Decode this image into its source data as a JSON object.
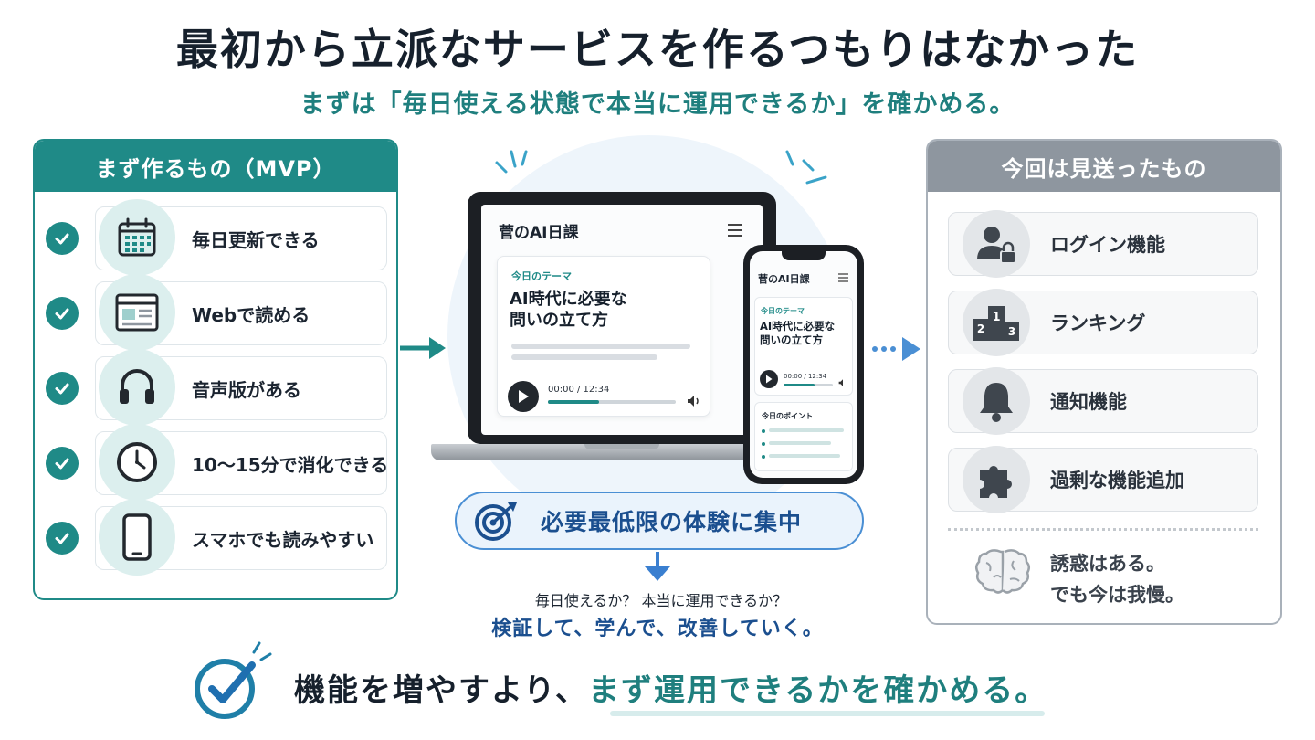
{
  "header": {
    "title": "最初から立派なサービスを作るつもりはなかった",
    "subtitle": "まずは「毎日使える状態で本当に運用できるか」を確かめる。"
  },
  "mvp_panel": {
    "title": "まず作るもの（MVP）",
    "items": [
      {
        "label": "毎日更新できる",
        "icon": "calendar-icon"
      },
      {
        "label": "Webで読める",
        "icon": "browser-window-icon"
      },
      {
        "label": "音声版がある",
        "icon": "headphones-icon"
      },
      {
        "label": "10～15分で消化できる",
        "icon": "clock-icon"
      },
      {
        "label": "スマホでも読みやすい",
        "icon": "smartphone-icon"
      }
    ]
  },
  "device_mockup": {
    "app_name": "菅のAI日課",
    "theme_label": "今日のテーマ",
    "headline_line1": "AI時代に必要な",
    "headline_line2": "問いの立て方",
    "time": "00:00 / 12:34",
    "points_label": "今日のポイント"
  },
  "focus": {
    "label": "必要最低限の体験に集中",
    "question": "毎日使えるか？ 本当に運用できるか？",
    "result": "検証して、学んで、改善していく。"
  },
  "skipped_panel": {
    "title": "今回は見送ったもの",
    "items": [
      {
        "label": "ログイン機能",
        "icon": "user-lock-icon"
      },
      {
        "label": "ランキング",
        "icon": "podium-icon",
        "ranks": [
          "1",
          "2",
          "3"
        ]
      },
      {
        "label": "通知機能",
        "icon": "bell-icon"
      },
      {
        "label": "過剰な機能追加",
        "icon": "puzzle-icon"
      }
    ],
    "temptation_line1": "誘惑はある。",
    "temptation_line2": "でも今は我慢。"
  },
  "bottom": {
    "lead": "機能を増やすより、",
    "highlight": "まず運用できるかを確かめる。"
  },
  "colors": {
    "teal": "#1f8a87",
    "gray": "#8e969f",
    "blue": "#1b4f8f",
    "accent_blue": "#4a8fd4"
  }
}
